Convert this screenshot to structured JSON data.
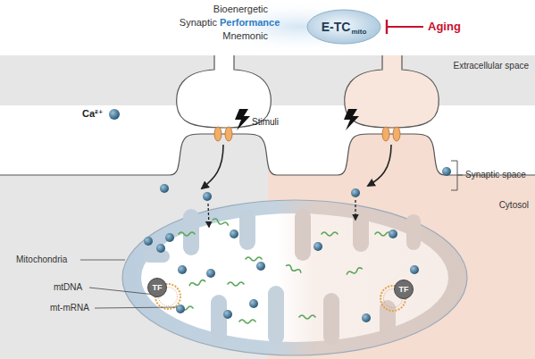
{
  "diagram": {
    "nodes": [
      {
        "text": [
          "E-TC",
          "mito"
        ]
      },
      {
        "text": [
          "Mitochondria"
        ]
      },
      {
        "text": [
          "TF"
        ],
        "in": 1
      },
      {
        "text": [
          "TF"
        ],
        "in": 1
      }
    ],
    "labels": [
      "Bioenergetic",
      "Synaptic",
      "Performance",
      "Mnemonic",
      "Aging",
      "Extracellular space",
      "Ca²⁺",
      "Stimuli",
      "Synaptic space",
      "Cytosol",
      "mtDNA",
      "mt-mRNA"
    ]
  }
}
